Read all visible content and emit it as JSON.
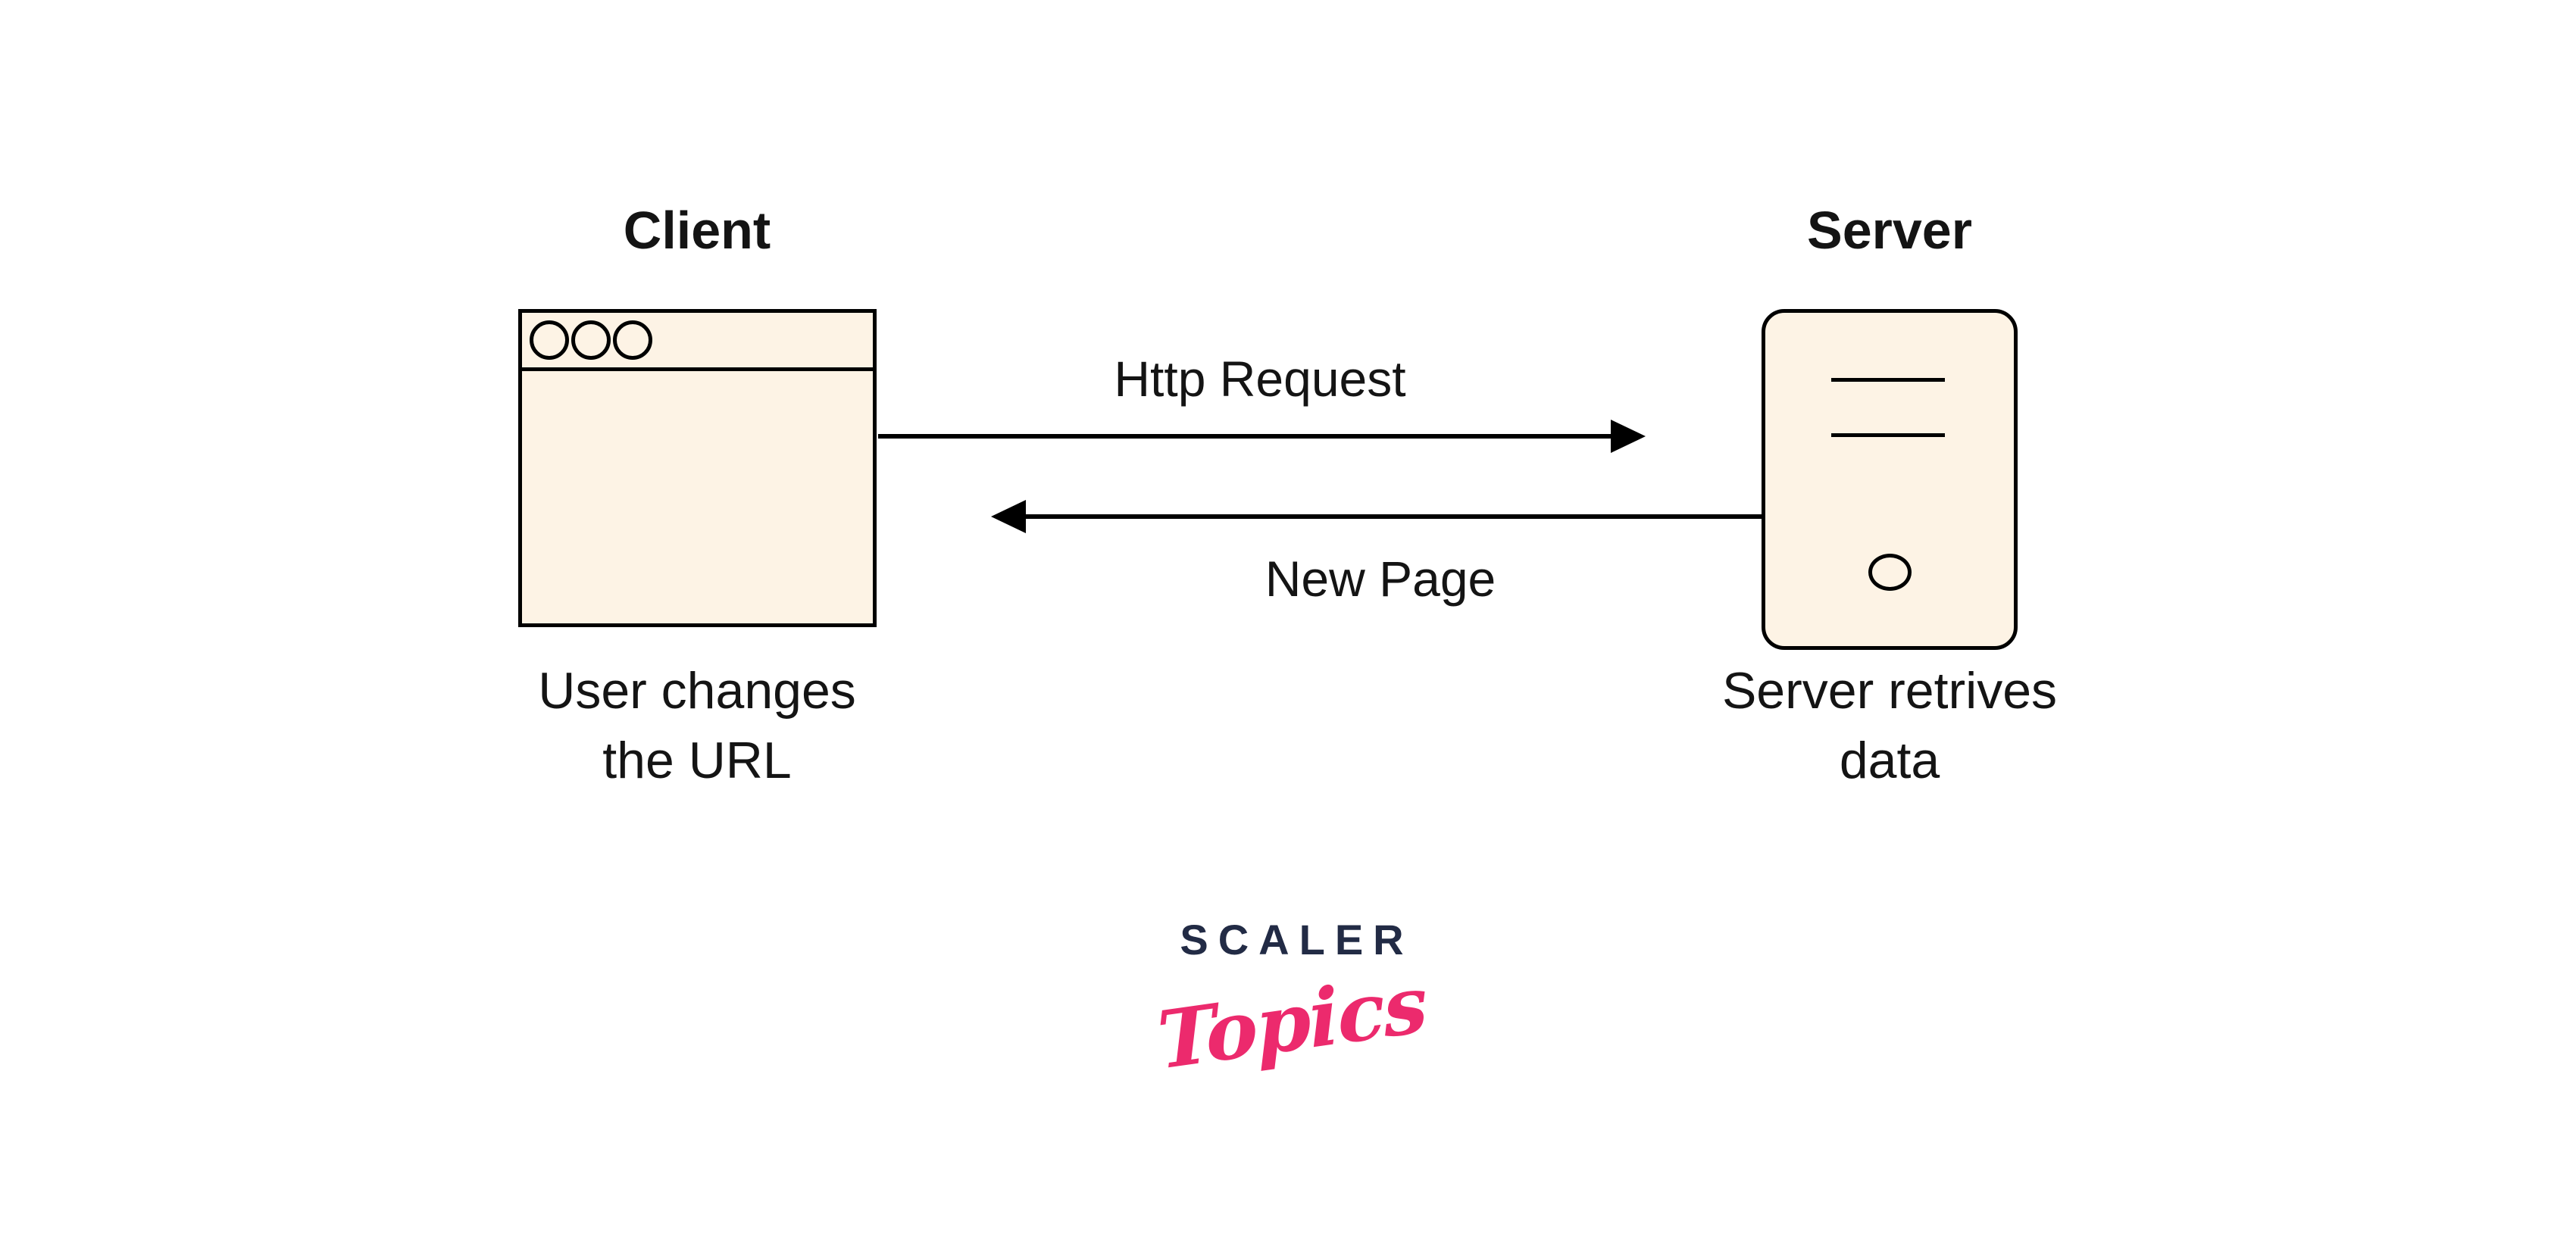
{
  "diagram": {
    "client": {
      "title": "Client",
      "caption_line1": "User changes",
      "caption_line2": "the URL"
    },
    "server": {
      "title": "Server",
      "caption_line1": "Server retrives",
      "caption_line2": "data"
    },
    "arrows": {
      "request_label": "Http Request",
      "response_label": "New Page"
    },
    "icons": {
      "browser_window_dots": "three outlined circles (browser window controls)",
      "server_vents": "two horizontal slot lines",
      "server_power": "outlined power circle"
    }
  },
  "logo": {
    "brand": "SCALER",
    "sub": "Topics"
  },
  "colors": {
    "node_fill": "#FDF3E5",
    "line": "#000000",
    "text": "#141414",
    "brand_navy": "#222B45",
    "brand_pink": "#EC2A6D",
    "background": "#FFFFFF"
  }
}
